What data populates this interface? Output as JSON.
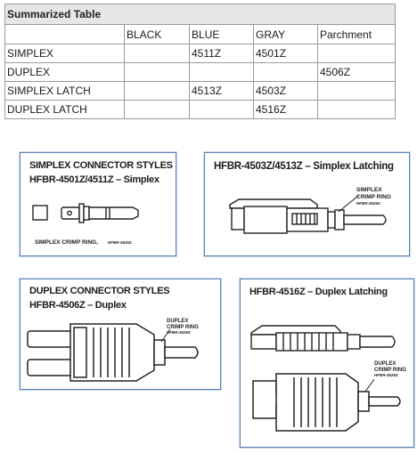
{
  "table": {
    "caption": "Summarized Table",
    "columns": [
      "",
      "BLACK",
      "BLUE",
      "GRAY",
      "Parchment"
    ],
    "rows": [
      [
        "SIMPLEX",
        "",
        "4511Z",
        "4501Z",
        ""
      ],
      [
        "DUPLEX",
        "",
        "",
        "",
        "4506Z"
      ],
      [
        "SIMPLEX LATCH",
        "",
        "4513Z",
        "4503Z",
        ""
      ],
      [
        "DUPLEX LATCH",
        "",
        "",
        "4516Z",
        ""
      ]
    ]
  },
  "panels": {
    "simplex": {
      "title_line1": "SIMPLEX CONNECTOR STYLES",
      "title_line2": "HFBR-4501Z/4511Z – Simplex",
      "crimp_label": "SIMPLEX CRIMP RING,",
      "crimp_part": "HFBR-4525Z"
    },
    "simplex_latching": {
      "title": "HFBR-4503Z/4513Z – Simplex Latching",
      "crimp_label_1": "SIMPLEX",
      "crimp_label_2": "CRIMP RING",
      "crimp_part": "HFBR-4525Z"
    },
    "duplex": {
      "title_line1": "DUPLEX CONNECTOR STYLES",
      "title_line2": "HFBR-4506Z – Duplex",
      "crimp_label_1": "DUPLEX",
      "crimp_label_2": "CRIMP RING",
      "crimp_part": "HFBR-4526Z"
    },
    "duplex_latching": {
      "title": "HFBR-4516Z – Duplex Latching",
      "crimp_label_1": "DUPLEX",
      "crimp_label_2": "CRIMP RING",
      "crimp_part": "HFBR-4526Z"
    }
  }
}
